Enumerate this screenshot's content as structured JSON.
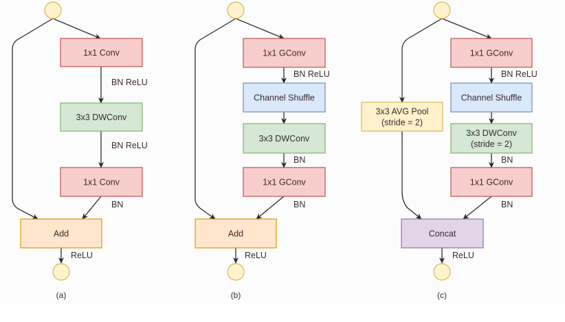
{
  "diagram": {
    "title": "ShuffleNet units",
    "colors": {
      "conv_fill": "#f8cecc",
      "conv_stroke": "#b85450",
      "dwconv_fill": "#d5e8d4",
      "dwconv_stroke": "#82b366",
      "shuffle_fill": "#dae8fc",
      "shuffle_stroke": "#6c8ebf",
      "add_fill": "#ffe6cc",
      "add_stroke": "#d79b00",
      "pool_fill": "#fff2cc",
      "pool_stroke": "#d6b656",
      "concat_fill": "#e1d5e7",
      "concat_stroke": "#9673a6",
      "node_fill": "#fff2cc",
      "node_stroke": "#d6b656",
      "edge": "#2b2b2b"
    },
    "panels": [
      {
        "caption": "(a)",
        "boxes": [
          {
            "id": "a1",
            "lines": [
              "1x1 Conv"
            ],
            "kind": "conv"
          },
          {
            "id": "a2",
            "lines": [
              "3x3 DWConv"
            ],
            "kind": "dwconv"
          },
          {
            "id": "a3",
            "lines": [
              "1x1 Conv"
            ],
            "kind": "conv"
          },
          {
            "id": "a4",
            "lines": [
              "Add"
            ],
            "kind": "add"
          }
        ],
        "edge_labels": [
          "BN ReLU",
          "BN ReLU",
          "BN",
          "ReLU"
        ]
      },
      {
        "caption": "(b)",
        "boxes": [
          {
            "id": "b1",
            "lines": [
              "1x1 GConv"
            ],
            "kind": "conv"
          },
          {
            "id": "b2",
            "lines": [
              "Channel Shuffle"
            ],
            "kind": "shuffle"
          },
          {
            "id": "b3",
            "lines": [
              "3x3 DWConv"
            ],
            "kind": "dwconv"
          },
          {
            "id": "b4",
            "lines": [
              "1x1 GConv"
            ],
            "kind": "conv"
          },
          {
            "id": "b5",
            "lines": [
              "Add"
            ],
            "kind": "add"
          }
        ],
        "edge_labels": [
          "BN ReLU",
          "BN",
          "BN",
          "ReLU"
        ]
      },
      {
        "caption": "(c)",
        "boxes": [
          {
            "id": "c1",
            "lines": [
              "1x1 GConv"
            ],
            "kind": "conv"
          },
          {
            "id": "c2",
            "lines": [
              "Channel Shuffle"
            ],
            "kind": "shuffle"
          },
          {
            "id": "c3",
            "lines": [
              "3x3 DWConv",
              "(stride = 2)"
            ],
            "kind": "dwconv"
          },
          {
            "id": "c4",
            "lines": [
              "1x1 GConv"
            ],
            "kind": "conv"
          },
          {
            "id": "c5",
            "lines": [
              "3x3 AVG Pool",
              "(stride = 2)"
            ],
            "kind": "pool"
          },
          {
            "id": "c6",
            "lines": [
              "Concat"
            ],
            "kind": "concat"
          }
        ],
        "edge_labels": [
          "BN ReLU",
          "BN",
          "BN",
          "ReLU"
        ]
      }
    ]
  }
}
